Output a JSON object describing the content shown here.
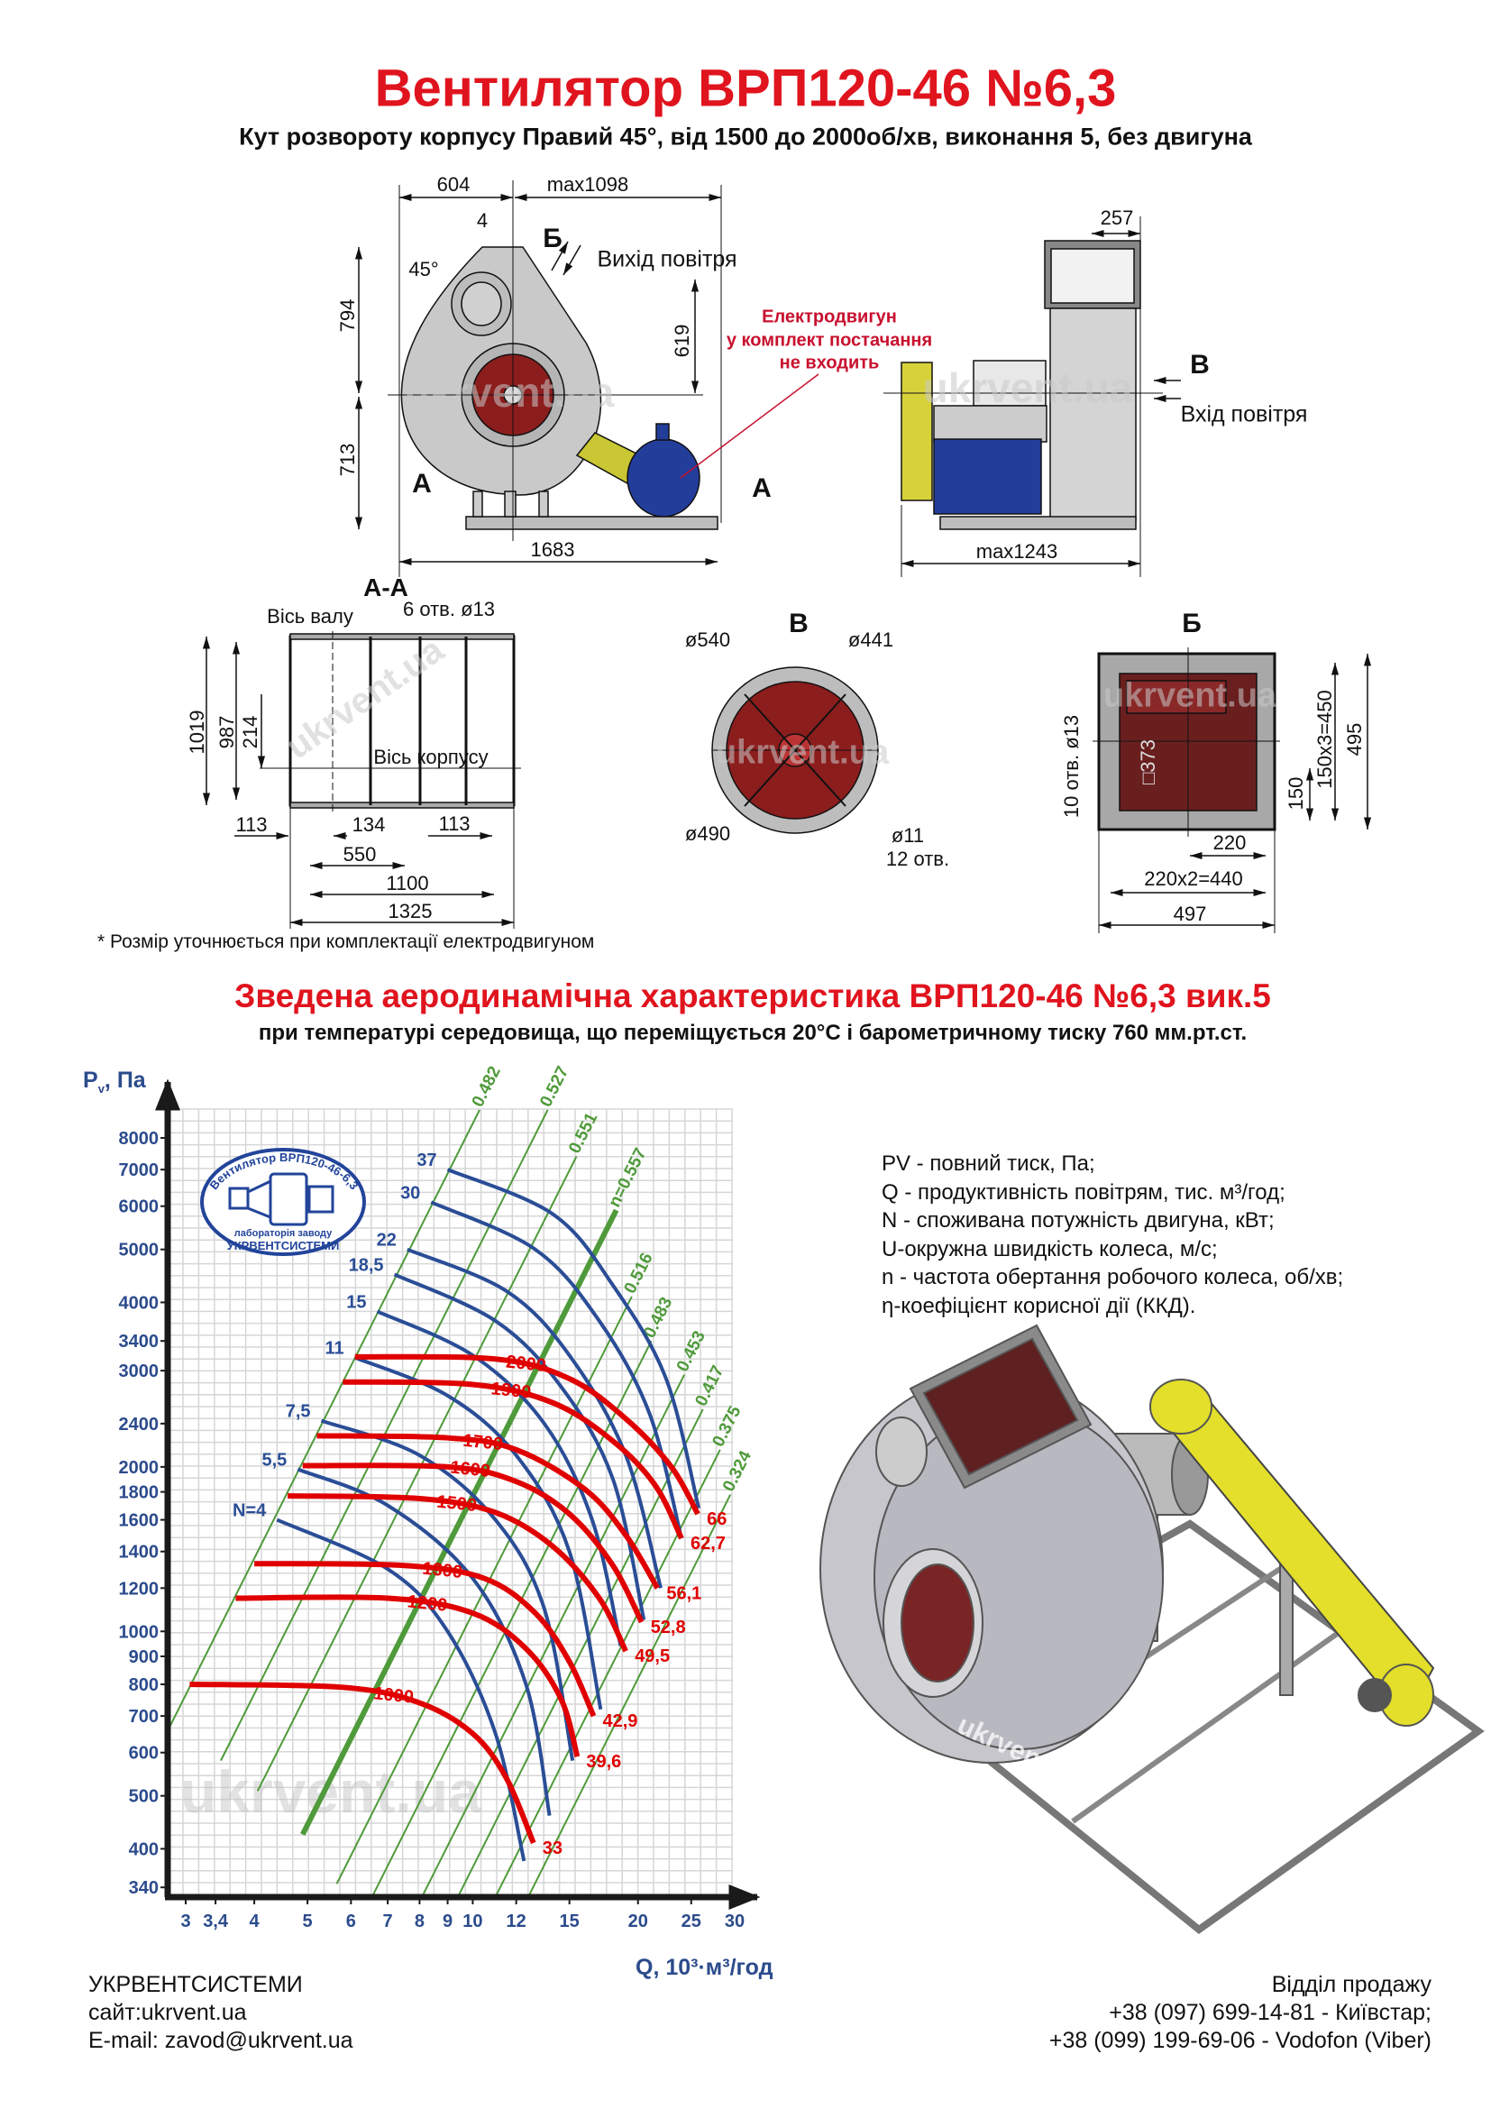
{
  "header": {
    "title": "Вентилятор  ВРП120-46 №6,3",
    "subtitle": "Кут розвороту корпусу Правий 45°, від 1500 до 2000об/хв, виконання 5, без двигуна"
  },
  "drawing_front": {
    "dim_604": "604",
    "dim_max1098": "max1098",
    "dim_4": "4",
    "label_b": "Б",
    "air_out": "Вихід повітря",
    "angle": "45°",
    "dim_794": "794",
    "dim_619": "619",
    "dim_713": "713",
    "section_a_left": "А",
    "section_a_right": "А",
    "dim_1683": "1683",
    "motor_note": [
      "Електродвигун",
      "у комплект постачання",
      "не входить"
    ]
  },
  "drawing_side": {
    "dim_257": "257",
    "label_v": "В",
    "air_in": "Вхід повітря",
    "dim_max1243": "max1243"
  },
  "section_aa": {
    "title": "А-А",
    "shaft_axis": "Вісь валу",
    "holes": "6 отв.  ø13",
    "body_axis": "Вісь корпусу",
    "dim_1019": "1019",
    "dim_987": "987",
    "dim_214": "214",
    "dim_113a": "113",
    "dim_134": "134",
    "dim_113b": "113",
    "dim_550": "550",
    "dim_1100": "1100",
    "dim_1325": "1325"
  },
  "view_v": {
    "title": "В",
    "d540": "ø540",
    "d441": "ø441",
    "d490": "ø490",
    "d11": "ø11",
    "holes": "12 отв."
  },
  "view_b": {
    "title": "Б",
    "holes": "10 отв.  ø13",
    "sq373": "□373",
    "dim_150": "150",
    "dim_450": "150x3=450",
    "dim_495": "495",
    "dim_220": "220",
    "dim_440": "220x2=440",
    "dim_497": "497"
  },
  "footnote": "* Розмір уточнюється при комплектації електродвигуном",
  "section2": {
    "title": "Зведена аеродинамічна характеристика ВРП120-46 №6,3 вик.5",
    "subtitle": "при температурі середовища, що переміщується 20°С і барометричному тиску 760 мм.рт.ст."
  },
  "legend": [
    "PV - повний тиск, Па;",
    "Q - продуктивність повітрям, тис. м³/год;",
    "N - споживана потужність двигуна, кВт;",
    "U-окружна швидкість колеса, м/с;",
    "n - частота обертання робочого колеса, об/хв;",
    "η-коефіцієнт корисної дії (ККД)."
  ],
  "stamp": {
    "top": "Вентилятор ВРП120-46-6,3",
    "middle": "лабораторія заводу",
    "bottom": "УКРВЕНТСИСТЕМИ"
  },
  "watermark": "ukrvent.ua",
  "footer": {
    "company": "УКРВЕНТСИСТЕМИ",
    "site": "сайт:ukrvent.ua",
    "email": "E-mail: zavod@ukrvent.ua",
    "sales": "Відділ продажу",
    "phone1": "+38 (097) 699-14-81 - Київстар;",
    "phone2": "+38 (099) 199-69-06 - Vodofon (Viber)"
  },
  "colors": {
    "title_red": "#e0141e",
    "axis_blue": "#2b4b8c",
    "rpm_red": "#e00000",
    "power_blue": "#2a4d96",
    "eff_green": "#4f9a3a"
  },
  "chart_data": {
    "type": "line",
    "title": "Зведена аеродинамічна характеристика ВРП120-46 №6,3 вик.5",
    "xlabel": "Q, 10³·м³/год",
    "ylabel_main": "P",
    "ylabel_sub": "v",
    "ylabel_unit": ", Па",
    "xscale": "log",
    "yscale": "log",
    "xlim": [
      2.78,
      30
    ],
    "ylim": [
      326,
      9030
    ],
    "grid": true,
    "x_ticks": [
      3,
      3.4,
      4,
      5,
      6,
      7,
      8,
      9,
      10,
      12,
      15,
      20,
      25,
      30
    ],
    "x_tick_labels": [
      "3",
      "3,4",
      "4",
      "5",
      "6",
      "7",
      "8",
      "9",
      "10",
      "12",
      "15",
      "20",
      "25",
      "30"
    ],
    "y_ticks": [
      340,
      400,
      500,
      600,
      700,
      800,
      900,
      1000,
      1200,
      1400,
      1600,
      1800,
      2000,
      2400,
      3000,
      3400,
      4000,
      5000,
      6000,
      7000,
      8000
    ],
    "rpm_series": [
      {
        "n": "1000",
        "U": "33",
        "label_q": 6.6,
        "points": [
          [
            3.05,
            800
          ],
          [
            5.8,
            790
          ],
          [
            8,
            740
          ],
          [
            10,
            650
          ],
          [
            11.5,
            540
          ],
          [
            12.9,
            410
          ]
        ]
      },
      {
        "n": "1200",
        "U": "39,6",
        "label_q": 7.6,
        "points": [
          [
            3.7,
            1150
          ],
          [
            7,
            1150
          ],
          [
            10,
            1080
          ],
          [
            12.5,
            930
          ],
          [
            14.5,
            750
          ],
          [
            15.5,
            590
          ]
        ]
      },
      {
        "n": "1300",
        "U": "42,9",
        "label_q": 8.1,
        "points": [
          [
            4,
            1330
          ],
          [
            7.5,
            1320
          ],
          [
            10.5,
            1250
          ],
          [
            13,
            1080
          ],
          [
            15,
            880
          ],
          [
            16.6,
            700
          ]
        ]
      },
      {
        "n": "1500",
        "U": "49,5",
        "label_q": 8.6,
        "points": [
          [
            4.6,
            1770
          ],
          [
            8,
            1750
          ],
          [
            11,
            1650
          ],
          [
            14,
            1430
          ],
          [
            17,
            1150
          ],
          [
            19,
            920
          ]
        ]
      },
      {
        "n": "1600",
        "U": "52,8",
        "label_q": 9.1,
        "points": [
          [
            4.9,
            2010
          ],
          [
            9,
            2000
          ],
          [
            12,
            1880
          ],
          [
            15,
            1640
          ],
          [
            18,
            1320
          ],
          [
            20.3,
            1040
          ]
        ]
      },
      {
        "n": "1700",
        "U": "56,1",
        "label_q": 9.6,
        "points": [
          [
            5.2,
            2280
          ],
          [
            9,
            2260
          ],
          [
            12,
            2150
          ],
          [
            16,
            1820
          ],
          [
            19,
            1500
          ],
          [
            21.7,
            1200
          ]
        ]
      },
      {
        "n": "1900",
        "U": "62,7",
        "label_q": 10.8,
        "points": [
          [
            5.8,
            2860
          ],
          [
            10,
            2830
          ],
          [
            14,
            2620
          ],
          [
            18,
            2230
          ],
          [
            21.5,
            1850
          ],
          [
            24,
            1480
          ]
        ]
      },
      {
        "n": "2000",
        "U": "66",
        "label_q": 11.5,
        "points": [
          [
            6.1,
            3180
          ],
          [
            11,
            3150
          ],
          [
            15,
            2900
          ],
          [
            19,
            2450
          ],
          [
            23,
            2000
          ],
          [
            25.7,
            1640
          ]
        ]
      }
    ],
    "power_series": [
      {
        "N": "N=4",
        "points": [
          [
            4.4,
            1600
          ],
          [
            7,
            1300
          ],
          [
            9,
            1000
          ],
          [
            11,
            650
          ],
          [
            12.4,
            380
          ]
        ]
      },
      {
        "N": "5,5",
        "points": [
          [
            4.8,
            1980
          ],
          [
            7,
            1700
          ],
          [
            10,
            1250
          ],
          [
            12.5,
            800
          ],
          [
            13.8,
            460
          ]
        ]
      },
      {
        "N": "7,5",
        "points": [
          [
            5.3,
            2430
          ],
          [
            8,
            2100
          ],
          [
            11,
            1600
          ],
          [
            13.5,
            1100
          ],
          [
            15.2,
            580
          ]
        ]
      },
      {
        "N": "11",
        "points": [
          [
            6.1,
            3170
          ],
          [
            9,
            2700
          ],
          [
            12,
            2100
          ],
          [
            15,
            1400
          ],
          [
            17.1,
            720
          ]
        ]
      },
      {
        "N": "15",
        "points": [
          [
            6.7,
            3850
          ],
          [
            10,
            3200
          ],
          [
            13.5,
            2400
          ],
          [
            16.5,
            1600
          ],
          [
            18.6,
            940
          ]
        ]
      },
      {
        "N": "18,5",
        "points": [
          [
            7.2,
            4500
          ],
          [
            11,
            3700
          ],
          [
            14.5,
            2800
          ],
          [
            18,
            1900
          ],
          [
            20.5,
            1050
          ]
        ]
      },
      {
        "N": "22",
        "points": [
          [
            7.6,
            5000
          ],
          [
            11.5,
            4200
          ],
          [
            15,
            3200
          ],
          [
            19,
            2100
          ],
          [
            22,
            1200
          ]
        ]
      },
      {
        "N": "30",
        "points": [
          [
            8.4,
            6100
          ],
          [
            13,
            5000
          ],
          [
            17,
            3700
          ],
          [
            21,
            2500
          ],
          [
            24,
            1480
          ]
        ]
      },
      {
        "N": "37",
        "points": [
          [
            9,
            7000
          ],
          [
            14,
            5800
          ],
          [
            18,
            4300
          ],
          [
            22.5,
            2900
          ],
          [
            25.8,
            1680
          ]
        ]
      }
    ],
    "efficiency_series": [
      {
        "eta": "0.482",
        "c": 85,
        "p_range": [
          640,
          9000
        ]
      },
      {
        "eta": "0.527",
        "c": 48,
        "p_range": [
          580,
          9000
        ]
      },
      {
        "eta": "0.551",
        "c": 31,
        "p_range": [
          510,
          7400
        ]
      },
      {
        "eta": "n=0.557",
        "c": 17.7,
        "p_range": [
          425,
          5900
        ],
        "bold": true
      },
      {
        "eta": "0.516",
        "c": 10.8,
        "p_range": [
          345,
          4100
        ]
      },
      {
        "eta": "0.483",
        "c": 7.6,
        "p_range": [
          330,
          3400
        ]
      },
      {
        "eta": "0.453",
        "c": 5.0,
        "p_range": [
          330,
          2950
        ]
      },
      {
        "eta": "0.417",
        "c": 3.7,
        "p_range": [
          330,
          2550
        ]
      },
      {
        "eta": "0.375",
        "c": 2.7,
        "p_range": [
          330,
          2150
        ]
      },
      {
        "eta": "0.324",
        "c": 2.05,
        "p_range": [
          330,
          1780
        ]
      }
    ]
  }
}
